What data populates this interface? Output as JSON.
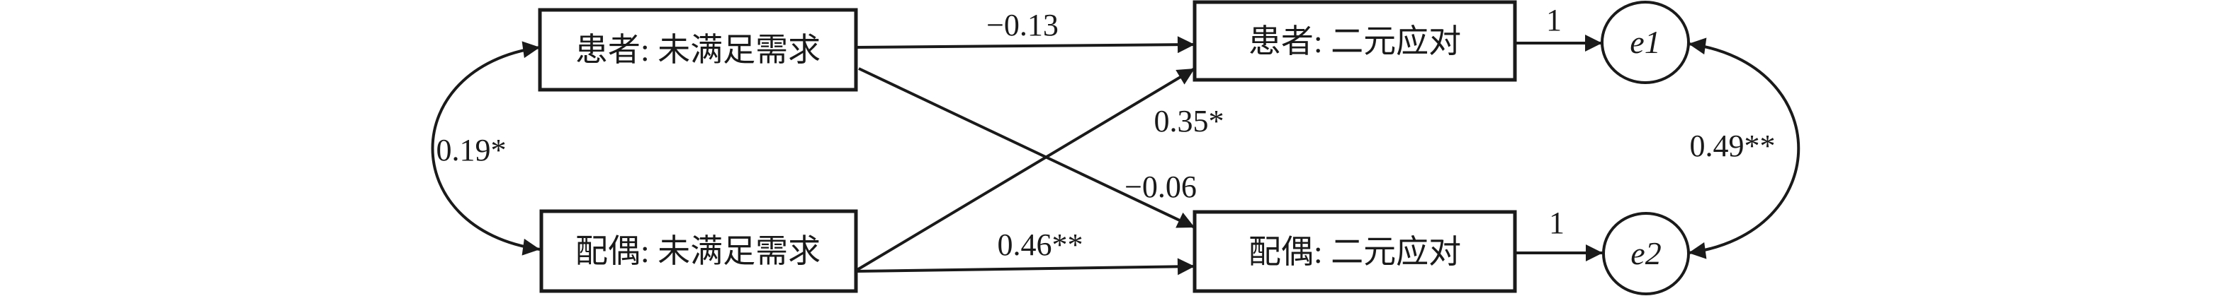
{
  "nodes": {
    "patient_unmet": "患者: 未满足需求",
    "spouse_unmet": "配偶: 未满足需求",
    "patient_coping": "患者: 二元应对",
    "spouse_coping": "配偶: 二元应对",
    "e1": "e1",
    "e2": "e2"
  },
  "paths": {
    "patient_unmet_to_patient_coping": "−0.13",
    "spouse_unmet_to_patient_coping": "0.35*",
    "patient_unmet_to_spouse_coping": "−0.06",
    "spouse_unmet_to_spouse_coping": "0.46**",
    "patient_coping_to_e1": "1",
    "spouse_coping_to_e2": "1",
    "covariance_unmet": "0.19*",
    "covariance_errors": "0.49**"
  }
}
